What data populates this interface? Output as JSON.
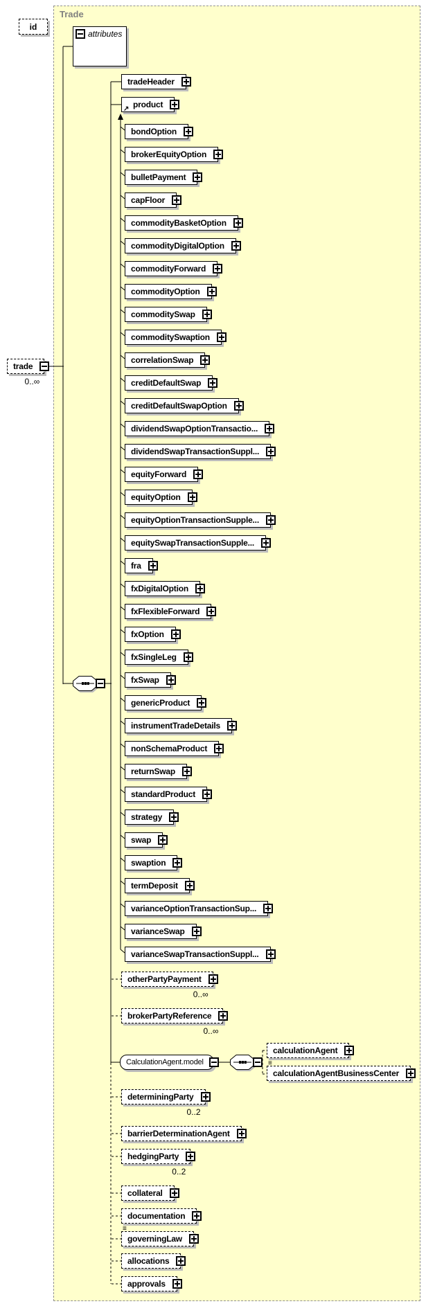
{
  "diagram": {
    "container_label": "Trade",
    "root": {
      "label": "trade",
      "multiplicity": "0..∞"
    },
    "attributes": {
      "header": "attributes",
      "items": [
        {
          "label": "id"
        }
      ]
    },
    "children_solid": [
      {
        "label": "tradeHeader"
      },
      {
        "label": "product"
      }
    ],
    "products": [
      "bondOption",
      "brokerEquityOption",
      "bulletPayment",
      "capFloor",
      "commodityBasketOption",
      "commodityDigitalOption",
      "commodityForward",
      "commodityOption",
      "commoditySwap",
      "commoditySwaption",
      "correlationSwap",
      "creditDefaultSwap",
      "creditDefaultSwapOption",
      "dividendSwapOptionTransactio...",
      "dividendSwapTransactionSuppl...",
      "equityForward",
      "equityOption",
      "equityOptionTransactionSupple...",
      "equitySwapTransactionSupple...",
      "fra",
      "fxDigitalOption",
      "fxFlexibleForward",
      "fxOption",
      "fxSingleLeg",
      "fxSwap",
      "genericProduct",
      "instrumentTradeDetails",
      "nonSchemaProduct",
      "returnSwap",
      "standardProduct",
      "strategy",
      "swap",
      "swaption",
      "termDeposit",
      "varianceOptionTransactionSup...",
      "varianceSwap",
      "varianceSwapTransactionSuppl..."
    ],
    "optional_children": [
      {
        "label": "otherPartyPayment",
        "multiplicity": "0..∞"
      },
      {
        "label": "brokerPartyReference",
        "multiplicity": "0..∞"
      },
      {
        "label": "determiningParty",
        "multiplicity": "0..2"
      },
      {
        "label": "barrierDeterminationAgent"
      },
      {
        "label": "hedgingParty",
        "multiplicity": "0..2"
      },
      {
        "label": "collateral"
      },
      {
        "label": "documentation"
      },
      {
        "label": "governingLaw",
        "marked": true
      },
      {
        "label": "allocations"
      },
      {
        "label": "approvals"
      }
    ],
    "model_group": {
      "label": "CalculationAgent.model",
      "children": [
        {
          "label": "calculationAgent"
        },
        {
          "label": "calculationAgentBusinessCenter",
          "marked": true
        }
      ]
    },
    "icons": {
      "collapse": "minus-box-icon",
      "expand": "plus-box-icon",
      "sequence": "sequence-model-icon",
      "substitution_arrow": "up-arrow-icon",
      "reference_arrow": "northeast-arrow-icon",
      "attribute_marker": "triple-bar-icon"
    },
    "colors": {
      "container_bg": "#ffffcc",
      "container_border": "#909090",
      "box_border": "#000000",
      "shadow": "#bcbcbc",
      "container_label": "#808080"
    }
  }
}
